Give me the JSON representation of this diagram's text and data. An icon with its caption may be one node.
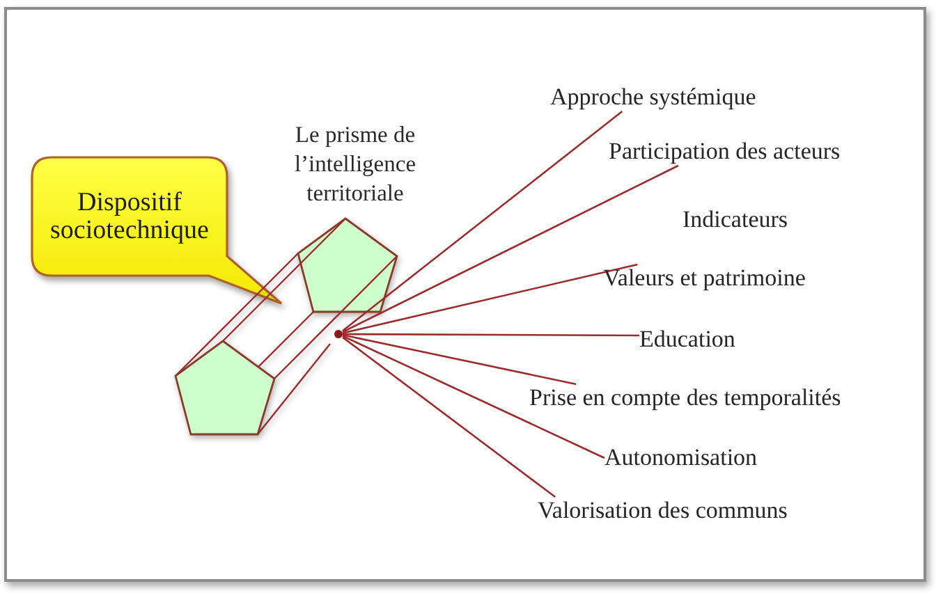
{
  "diagram": {
    "nodes": [
      {
        "text": [
          "Dispositif sociotechnique"
        ]
      },
      {
        "text": [
          "Le prisme de l’intelligence territoriale"
        ]
      },
      {
        "text": [],
        "shape": "circle",
        "in": 1
      },
      {
        "text": [
          "Approche systémique"
        ]
      },
      {
        "text": [
          "Participation des acteurs"
        ]
      },
      {
        "text": [
          "Valeurs et patrimoine"
        ]
      },
      {
        "text": [
          "Education"
        ]
      },
      {
        "text": [
          "Prise en compte des temporalités"
        ]
      },
      {
        "text": [
          "Autonomisation"
        ]
      },
      {
        "text": [
          "Valorisation des communs"
        ]
      }
    ],
    "edges": [
      {
        "from": 2,
        "to": 3,
        "arrow": "none"
      },
      {
        "from": 2,
        "to": 4,
        "arrow": "none"
      },
      {
        "from": 2,
        "to": 5,
        "arrow": "none"
      },
      {
        "from": 2,
        "to": 6,
        "arrow": "none"
      },
      {
        "from": 2,
        "to": 7,
        "arrow": "none"
      },
      {
        "from": 2,
        "to": 8,
        "arrow": "none"
      },
      {
        "from": 2,
        "to": 9,
        "arrow": "none"
      }
    ],
    "labels": [
      "Indicateurs"
    ]
  }
}
